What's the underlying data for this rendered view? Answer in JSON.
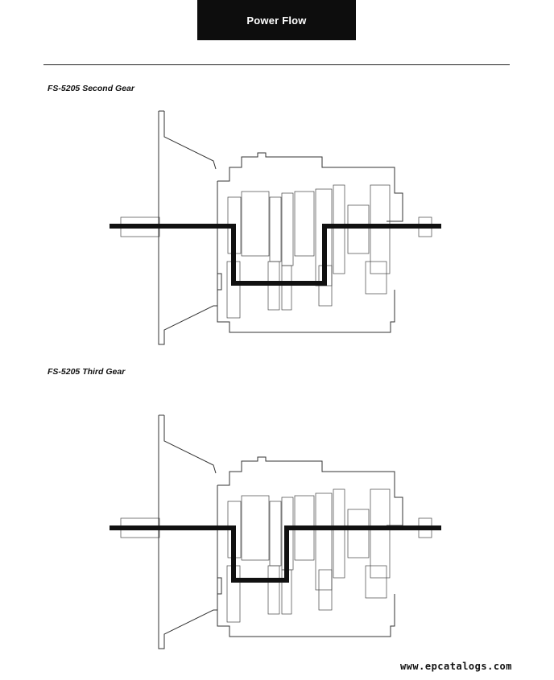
{
  "header": {
    "title": "Power Flow"
  },
  "sections": [
    {
      "caption": "FS-5205 Second Gear"
    },
    {
      "caption": "FS-5205 Third Gear"
    }
  ],
  "footer": {
    "url": "www.epcatalogs.com"
  }
}
